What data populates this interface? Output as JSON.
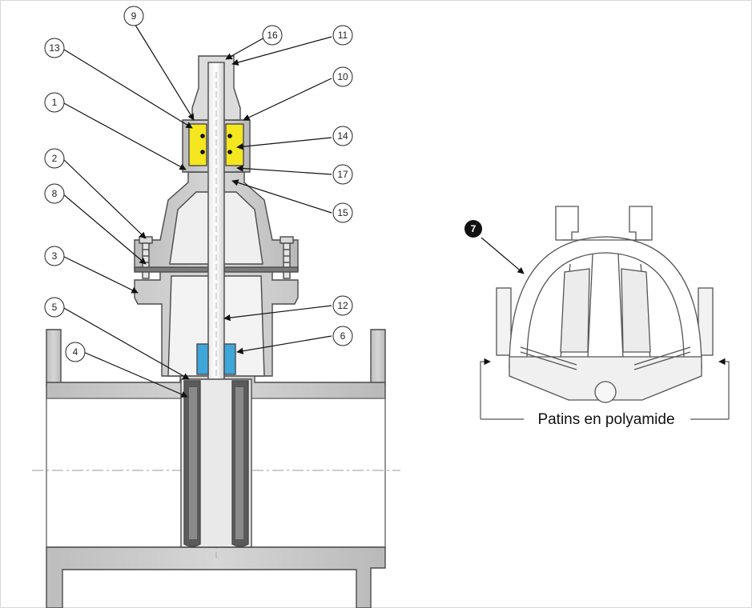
{
  "diagram": {
    "callouts": [
      {
        "id": "c1",
        "label": "1"
      },
      {
        "id": "c2",
        "label": "2"
      },
      {
        "id": "c3",
        "label": "3"
      },
      {
        "id": "c4",
        "label": "4"
      },
      {
        "id": "c5",
        "label": "5"
      },
      {
        "id": "c6",
        "label": "6"
      },
      {
        "id": "c8",
        "label": "8"
      },
      {
        "id": "c9",
        "label": "9"
      },
      {
        "id": "c10",
        "label": "10"
      },
      {
        "id": "c11",
        "label": "11"
      },
      {
        "id": "c12",
        "label": "12"
      },
      {
        "id": "c13",
        "label": "13"
      },
      {
        "id": "c14",
        "label": "14"
      },
      {
        "id": "c15",
        "label": "15"
      },
      {
        "id": "c16",
        "label": "16"
      },
      {
        "id": "c17",
        "label": "17"
      }
    ],
    "detail_callout": "7",
    "caption": "Patins en polyamide",
    "colors": {
      "body": "#c9c9c9",
      "body_dark": "#8e8e8e",
      "seal_yellow": "#f4e61f",
      "nut_blue": "#3fa6d9",
      "wedge_dark": "#5a5a5a",
      "outline": "#444444"
    }
  }
}
